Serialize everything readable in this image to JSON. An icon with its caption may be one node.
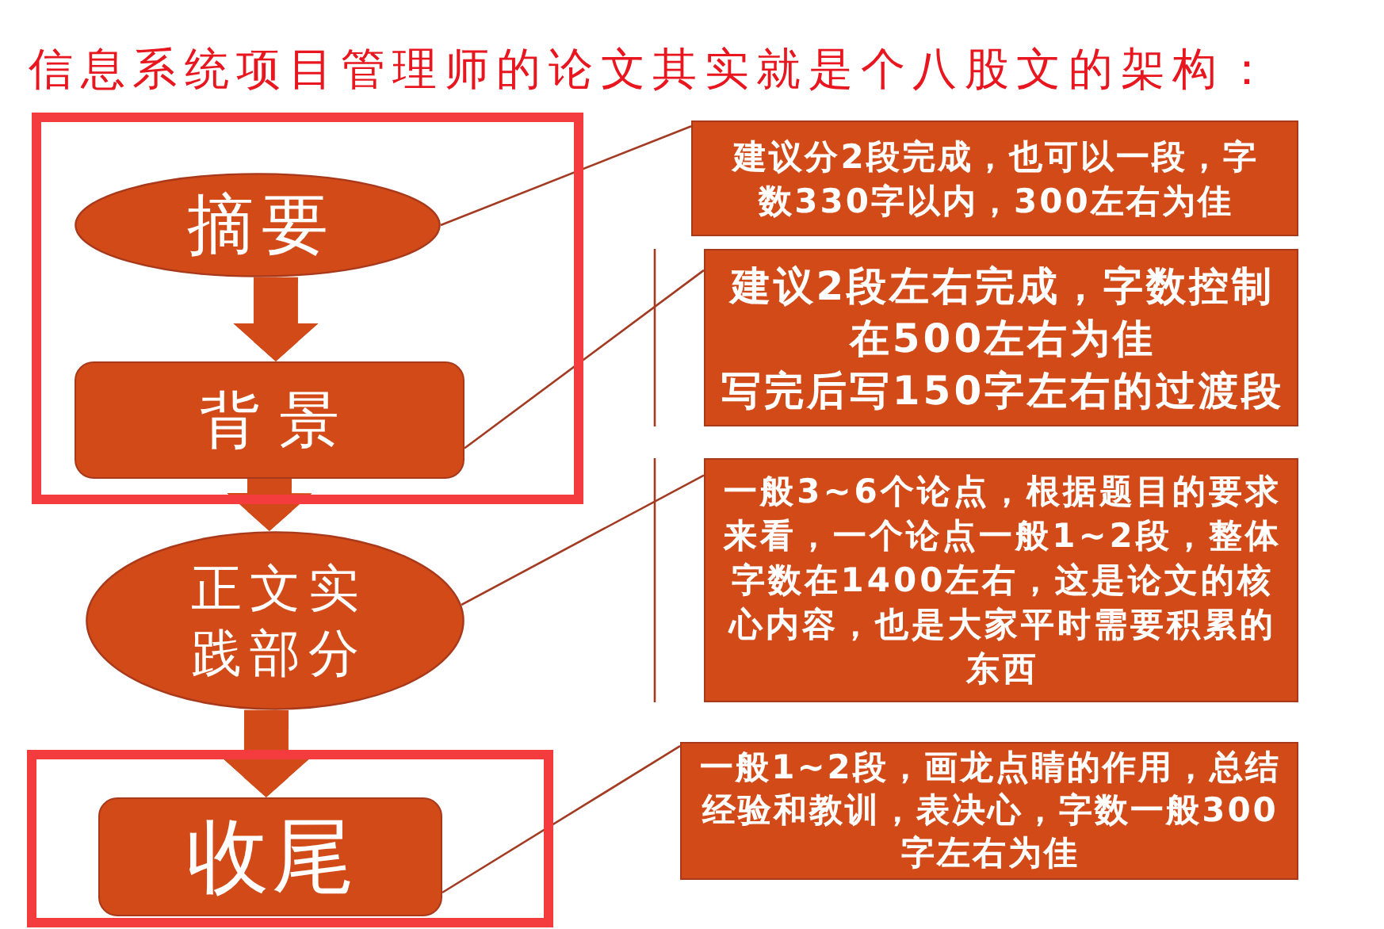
{
  "diagram": {
    "title": "信息系统项目管理师的论文其实就是个八股文的架构：",
    "nodes": [
      {
        "text": [],
        "shape": "box"
      },
      {
        "text": [
          "摘要"
        ],
        "in": 0
      },
      {
        "text": [
          "背景"
        ],
        "in": 0
      },
      {
        "text": [
          "正文实践部分"
        ]
      },
      {
        "text": [],
        "shape": "box"
      },
      {
        "text": [
          "收尾"
        ],
        "in": 4
      },
      {
        "text": [
          "建议分2段完成，也可以一段，字数330字以内，300左右为佳"
        ]
      },
      {
        "text": [
          "建议2段左右完成，字数控制在500左右为佳",
          "写完后写150字左右的过渡段"
        ]
      },
      {
        "text": [
          "一般3~6个论点，根据题目的要求来看，一个论点一般1~2段，整体字数在1400左右，这是论文的核心内容，也是大家平时需要积累的东西"
        ]
      },
      {
        "text": [
          "一般1~2段，画龙点睛的作用，总结经验和教训，表决心，字数一般300字左右为佳"
        ]
      }
    ],
    "edges": [
      {
        "from": 1,
        "to": 2,
        "arrow": "to",
        "style": "thick",
        "color": "#d24a18"
      },
      {
        "from": 2,
        "to": 3,
        "arrow": "to",
        "style": "thick",
        "color": "#d24a18"
      },
      {
        "from": 3,
        "to": 5,
        "arrow": "to",
        "style": "thick",
        "color": "#d24a18"
      },
      {
        "from": 1,
        "to": 6,
        "arrow": "none"
      },
      {
        "from": 2,
        "to": 7,
        "arrow": "none"
      },
      {
        "from": 3,
        "to": 8,
        "arrow": "none"
      },
      {
        "from": 5,
        "to": 9,
        "arrow": "none"
      }
    ]
  }
}
